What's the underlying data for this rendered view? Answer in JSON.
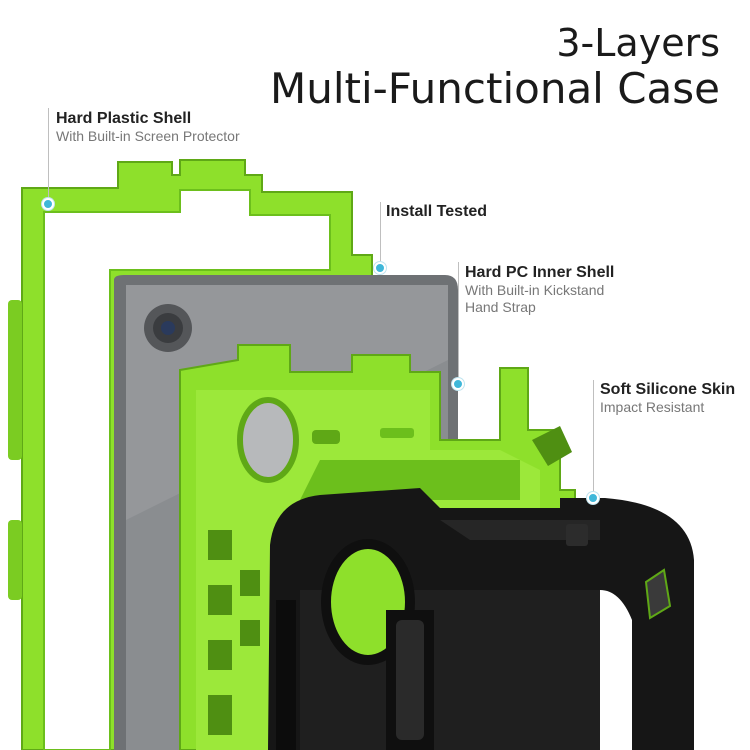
{
  "headline": {
    "line1": "3-Layers",
    "line2": "Multi-Functional Case"
  },
  "callouts": [
    {
      "title": "Hard Plastic Shell",
      "subtitle": "With Built-in Screen Protector",
      "subtitle2": ""
    },
    {
      "title": "Install Tested",
      "subtitle": "",
      "subtitle2": ""
    },
    {
      "title": "Hard PC Inner Shell",
      "subtitle": "With Built-in Kickstand",
      "subtitle2": "Hand Strap"
    },
    {
      "title": "Soft Silicone Skin",
      "subtitle": "Impact Resistant",
      "subtitle2": ""
    }
  ],
  "colors": {
    "shell_green": "#8ee02b",
    "shell_green_dark": "#5fa816",
    "tablet_gray": "#6e7174",
    "silicone_black": "#161616",
    "marker_blue": "#3fb7d9"
  }
}
